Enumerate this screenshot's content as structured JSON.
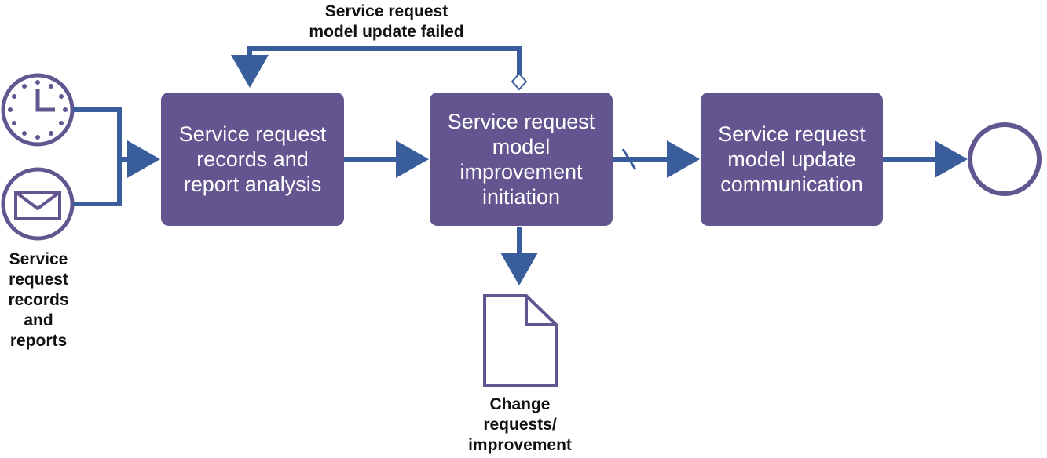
{
  "colors": {
    "task_fill": "#63558f",
    "connector": "#3a5d9c",
    "event_stroke": "#63558f",
    "label_text": "#111111",
    "task_text": "#ffffff"
  },
  "events": {
    "timer_start": {
      "icon": "clock-icon"
    },
    "message_start": {
      "icon": "envelope-icon"
    },
    "end": {
      "icon": "circle"
    }
  },
  "labels": {
    "input_records": "Service\nrequest\nrecords\nand\nreports",
    "loop_failed": "Service request\nmodel update failed",
    "output_document": "Change\nrequests/\nimprovement"
  },
  "tasks": [
    {
      "label": "Service request\nrecords and\nreport analysis"
    },
    {
      "label": "Service request\nmodel\nimprovement\ninitiation"
    },
    {
      "label": "Service request\nmodel update\ncommunication"
    }
  ]
}
